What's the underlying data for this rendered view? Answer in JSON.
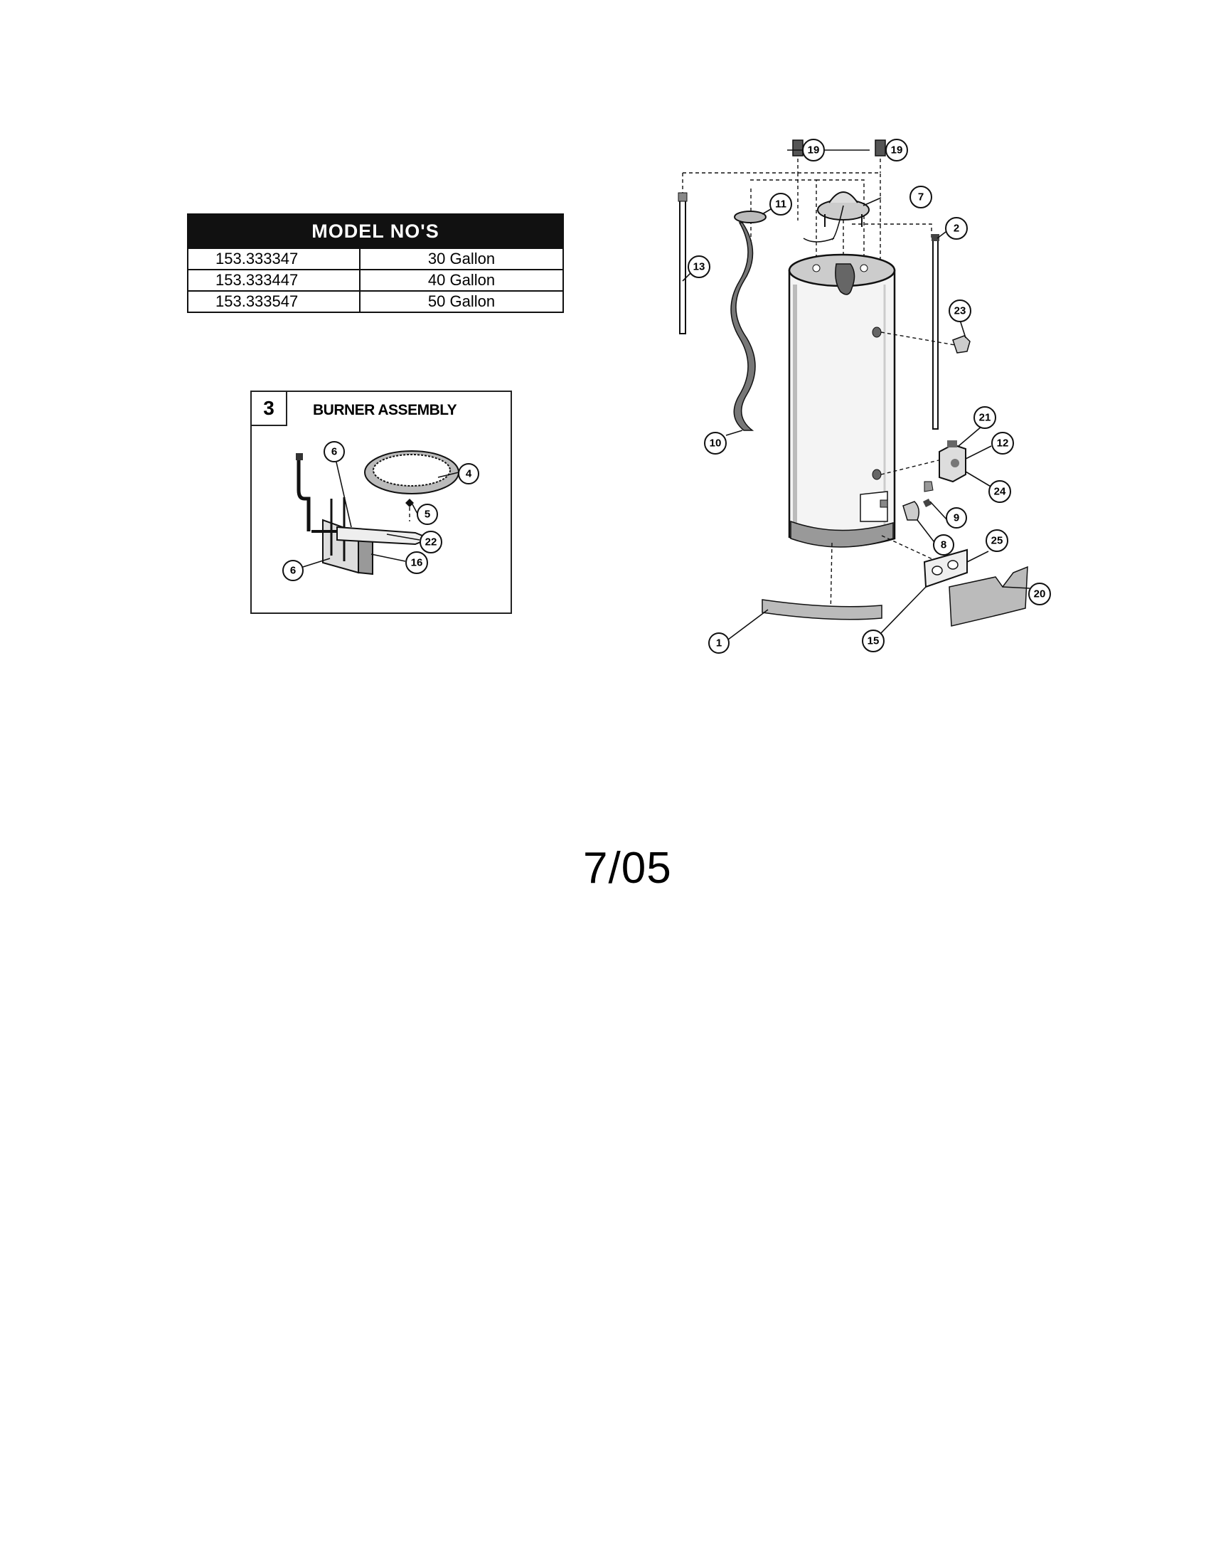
{
  "model_table": {
    "header": "MODEL NO'S",
    "rows": [
      {
        "model": "153.333347",
        "capacity": "30 Gallon"
      },
      {
        "model": "153.333447",
        "capacity": "40 Gallon"
      },
      {
        "model": "153.333547",
        "capacity": "50 Gallon"
      }
    ]
  },
  "burner_assembly": {
    "number": "3",
    "title": "BURNER ASSEMBLY",
    "callouts": [
      "4",
      "5",
      "6",
      "6",
      "16",
      "22"
    ]
  },
  "main_diagram": {
    "callouts": [
      "1",
      "2",
      "7",
      "8",
      "9",
      "10",
      "11",
      "12",
      "13",
      "15",
      "19",
      "19",
      "20",
      "21",
      "23",
      "24",
      "25"
    ]
  },
  "footer": {
    "date": "7/05"
  }
}
